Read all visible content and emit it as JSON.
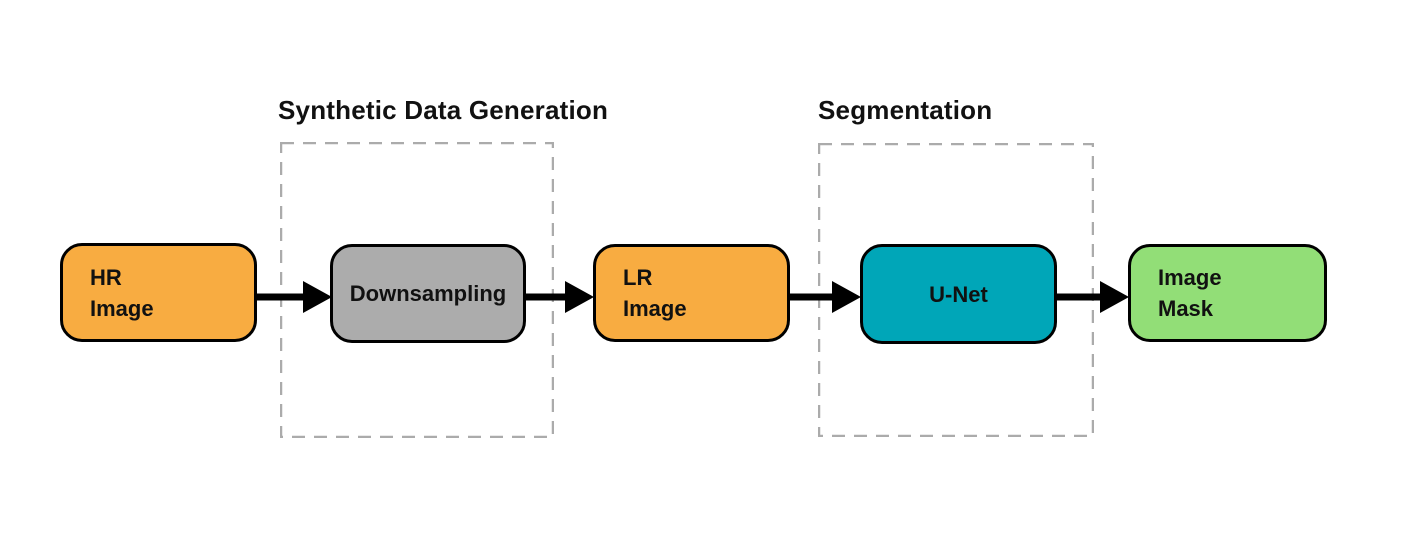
{
  "diagram": {
    "groups": [
      {
        "id": "synthetic-data-generation",
        "label": "Synthetic Data Generation"
      },
      {
        "id": "segmentation",
        "label": "Segmentation"
      }
    ],
    "nodes": [
      {
        "id": "hr-image",
        "label": "HR\nImage",
        "fill": "#F8AC41"
      },
      {
        "id": "downsampling",
        "label": "Downsampling",
        "fill": "#ACACAC"
      },
      {
        "id": "lr-image",
        "label": "LR\nImage",
        "fill": "#F8AC41"
      },
      {
        "id": "u-net",
        "label": "U-Net",
        "fill": "#00A6B8"
      },
      {
        "id": "image-mask",
        "label": "Image\nMask",
        "fill": "#92DE77"
      }
    ],
    "colors": {
      "node_border": "#000000",
      "group_border": "#ABABAB",
      "arrow": "#000000",
      "text": "#111111",
      "background": "#FFFFFF"
    }
  }
}
